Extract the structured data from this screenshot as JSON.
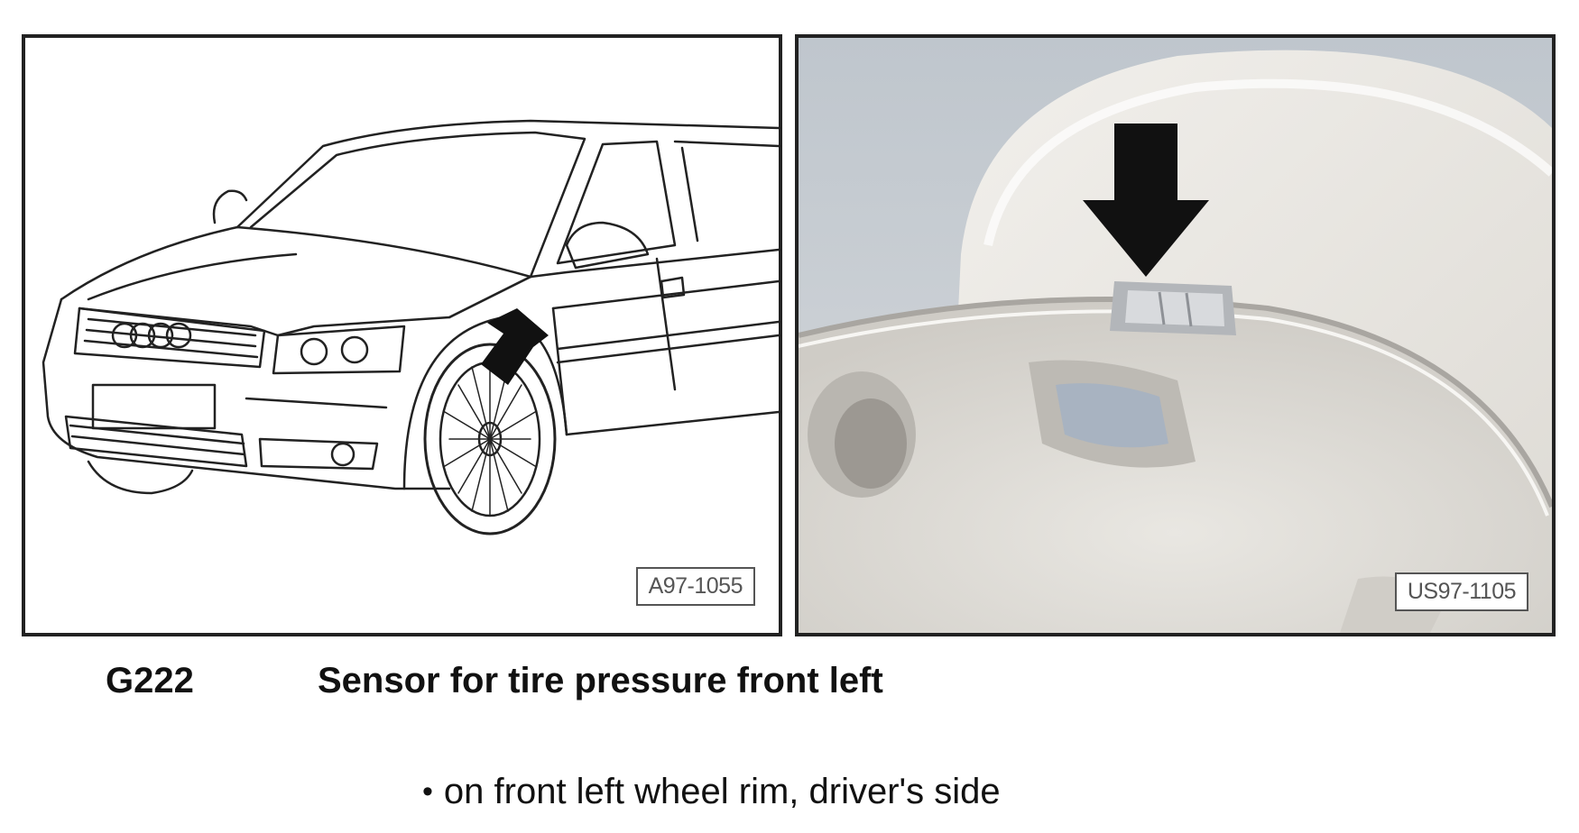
{
  "figures": {
    "left_label": "A97-1055",
    "right_label": "US97-1105"
  },
  "caption": {
    "code": "G222",
    "title": "Sensor for tire pressure front left"
  },
  "location": {
    "bullet": "•",
    "text": "on front left wheel rim, driver's side"
  },
  "colors": {
    "border": "#222222",
    "photo_background": "#c9ced4",
    "arrow": "#111111"
  }
}
